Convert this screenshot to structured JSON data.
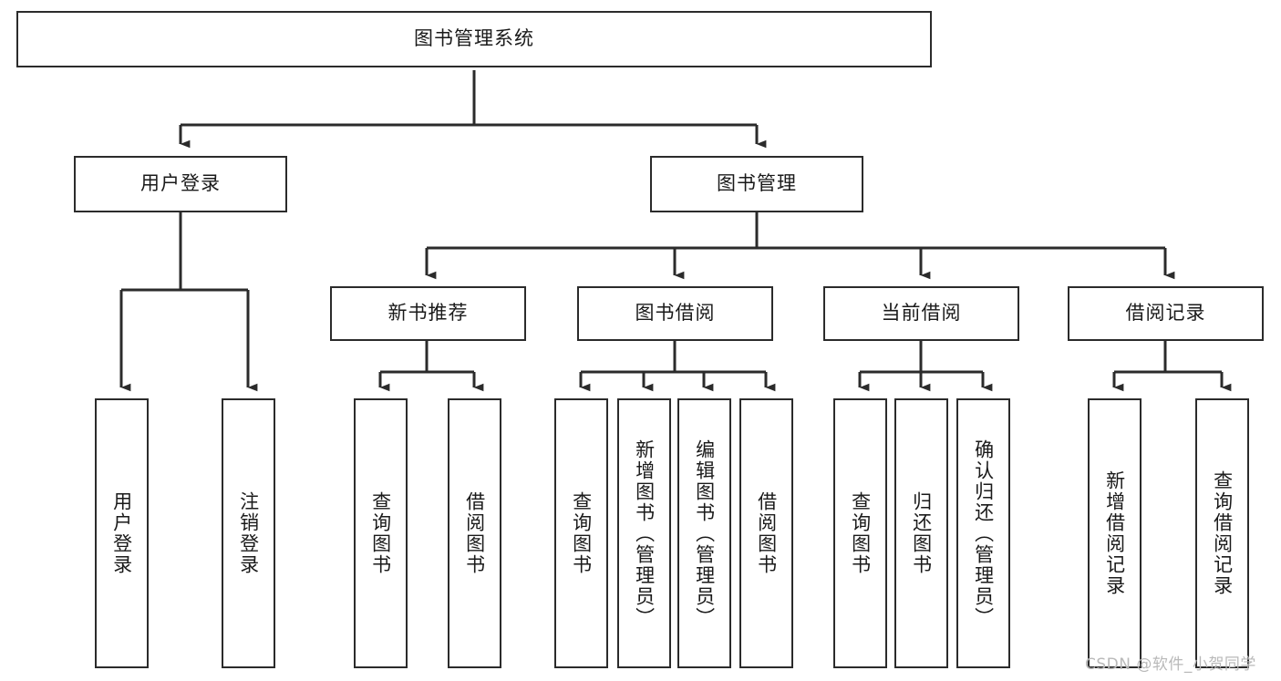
{
  "diagram": {
    "title_node": {
      "label": "图书管理系统",
      "orientation": "horizontal"
    },
    "level2": [
      {
        "id": "user-login",
        "label": "用户登录",
        "orientation": "horizontal"
      },
      {
        "id": "book-management",
        "label": "图书管理",
        "orientation": "horizontal"
      }
    ],
    "level3": [
      {
        "id": "new-book-recommend",
        "label": "新书推荐",
        "orientation": "horizontal"
      },
      {
        "id": "book-borrow",
        "label": "图书借阅",
        "orientation": "horizontal"
      },
      {
        "id": "current-borrow",
        "label": "当前借阅",
        "orientation": "horizontal"
      },
      {
        "id": "borrow-record",
        "label": "借阅记录",
        "orientation": "horizontal"
      }
    ],
    "leaves": [
      {
        "id": "leaf-user-login",
        "label": "用户登录",
        "parent": "user-login"
      },
      {
        "id": "leaf-logout-login",
        "label": "注销登录",
        "parent": "user-login"
      },
      {
        "id": "leaf-query-book-1",
        "label": "查询图书",
        "parent": "new-book-recommend"
      },
      {
        "id": "leaf-borrow-book-1",
        "label": "借阅图书",
        "parent": "new-book-recommend"
      },
      {
        "id": "leaf-query-book-2",
        "label": "查询图书",
        "parent": "book-borrow"
      },
      {
        "id": "leaf-add-book",
        "label": "新增图书（管理员）",
        "parent": "book-borrow"
      },
      {
        "id": "leaf-edit-book",
        "label": "编辑图书（管理员）",
        "parent": "book-borrow"
      },
      {
        "id": "leaf-borrow-book-2",
        "label": "借阅图书",
        "parent": "book-borrow"
      },
      {
        "id": "leaf-query-book-3",
        "label": "查询图书",
        "parent": "current-borrow"
      },
      {
        "id": "leaf-return-book",
        "label": "归还图书",
        "parent": "current-borrow"
      },
      {
        "id": "leaf-confirm-return",
        "label": "确认归还（管理员）",
        "parent": "current-borrow"
      },
      {
        "id": "leaf-add-record",
        "label": "新增借阅记录",
        "parent": "borrow-record"
      },
      {
        "id": "leaf-query-record",
        "label": "查询借阅记录",
        "parent": "borrow-record"
      }
    ],
    "watermark": "CSDN @软件_小贺同学",
    "colors": {
      "stroke": "#2b2b2b",
      "fill": "#ffffff",
      "text": "#1a1a1a",
      "watermark": "#b9b9b9"
    }
  }
}
